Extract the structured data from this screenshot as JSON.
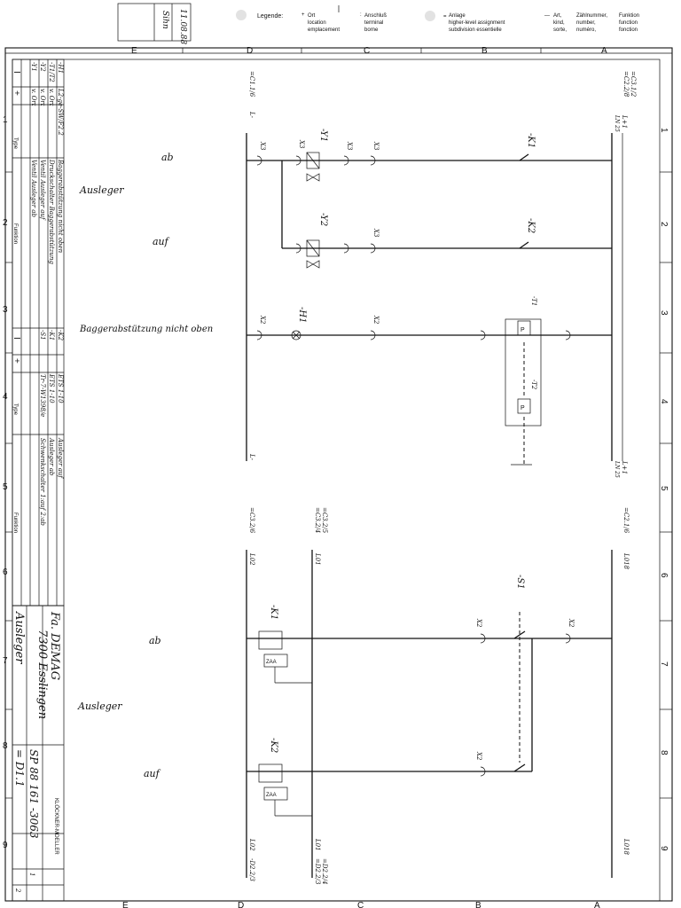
{
  "header": {
    "date": "11.08.88",
    "name": "Sihn",
    "legend_title": "Legende:",
    "legend_items": [
      {
        "symbol": "+",
        "lines": [
          "Ort",
          "location",
          "emplacement"
        ]
      },
      {
        "symbol": ":",
        "lines": [
          "Anschluß",
          "terminal",
          "borne"
        ]
      },
      {
        "symbol": "=",
        "lines": [
          "Anlage",
          "higher-level assignment",
          "subdivision essentielle"
        ]
      },
      {
        "symbol": "—",
        "lines": [
          "Art,",
          "kind,",
          "sorte,"
        ]
      },
      {
        "symbol": "",
        "lines": [
          "Zählnummer,",
          "number,",
          "numéro,"
        ]
      },
      {
        "symbol": "",
        "lines": [
          "Funktion",
          "function",
          "fonction"
        ]
      }
    ]
  },
  "columns": [
    "E",
    "D",
    "C",
    "B",
    "A"
  ],
  "rows": [
    "1",
    "2",
    "3",
    "4",
    "5",
    "6",
    "7",
    "8",
    "9"
  ],
  "rails": {
    "top_left": "L-",
    "top_left_ref": "=C1.1/6",
    "top_right": "L+1",
    "top_right_sub": "LN 25",
    "top_right_refs": [
      "=C3.1/2",
      "=C2.2/8"
    ],
    "bottom_left": "L-",
    "bottom_right": "L+1",
    "bottom_right_sub": "LN 25",
    "mid_refs": [
      "=C3.2/6",
      "=C3.2/4",
      "=C3.2/5",
      "=C2.1/6"
    ],
    "mid_labels": [
      "L02",
      "L01",
      "L018"
    ],
    "end_refs": [
      "-D2.2/3",
      "=D2.2/3",
      "=D2.2/4"
    ],
    "end_labels": [
      "L02",
      "L01",
      "L018"
    ]
  },
  "annotations": {
    "ab": "ab",
    "auf": "auf",
    "ausleger": "Ausleger",
    "bagger": "Baggerabstützung nicht oben"
  },
  "components": {
    "y1": "-Y1",
    "y2": "-Y2",
    "k1": "-K1",
    "k2": "-K2",
    "h1": "-H1",
    "t1": "-T1",
    "t2": "-T2",
    "s1": "-S1",
    "p": "P",
    "zaa": "ZAA",
    "x3": "X3",
    "x2": "X2"
  },
  "legend_table": {
    "rows": [
      [
        "-H1",
        "L2-ge-SW/F2.2",
        "Baggerabstützung nicht oben"
      ],
      [
        "-T1/T2",
        "v. Ort",
        "Druckschalter Baggerabstützung"
      ],
      [
        "-Y2",
        "v. Ort",
        "Ventil Ausleger auf"
      ],
      [
        "-Y1",
        "v. Ort",
        "Ventil Ausleger ab"
      ]
    ],
    "rows2": [
      [
        "-K2",
        "ETS 1-10",
        "Ausleger auf"
      ],
      [
        "-K1",
        "ETS 1-10",
        "Ausleger ab"
      ],
      [
        "-S1",
        "Tr-7-W1398/e",
        "Schwenkschalter 1:auf 2:ab"
      ]
    ],
    "type_label": "Type",
    "function_label": "Funktion",
    "plus": "+",
    "minus": "I"
  },
  "title_block": {
    "company_line1": "Fa. DEMAG",
    "company_line2": "7300 Esslingen",
    "project": "Ausleger",
    "drawing_no": "SP 88 161 -3063",
    "sheet_ref": "= D1.1",
    "manufacturer": "KLÖCKNER-MOELLER",
    "sheet": "1",
    "sheets": "2"
  }
}
